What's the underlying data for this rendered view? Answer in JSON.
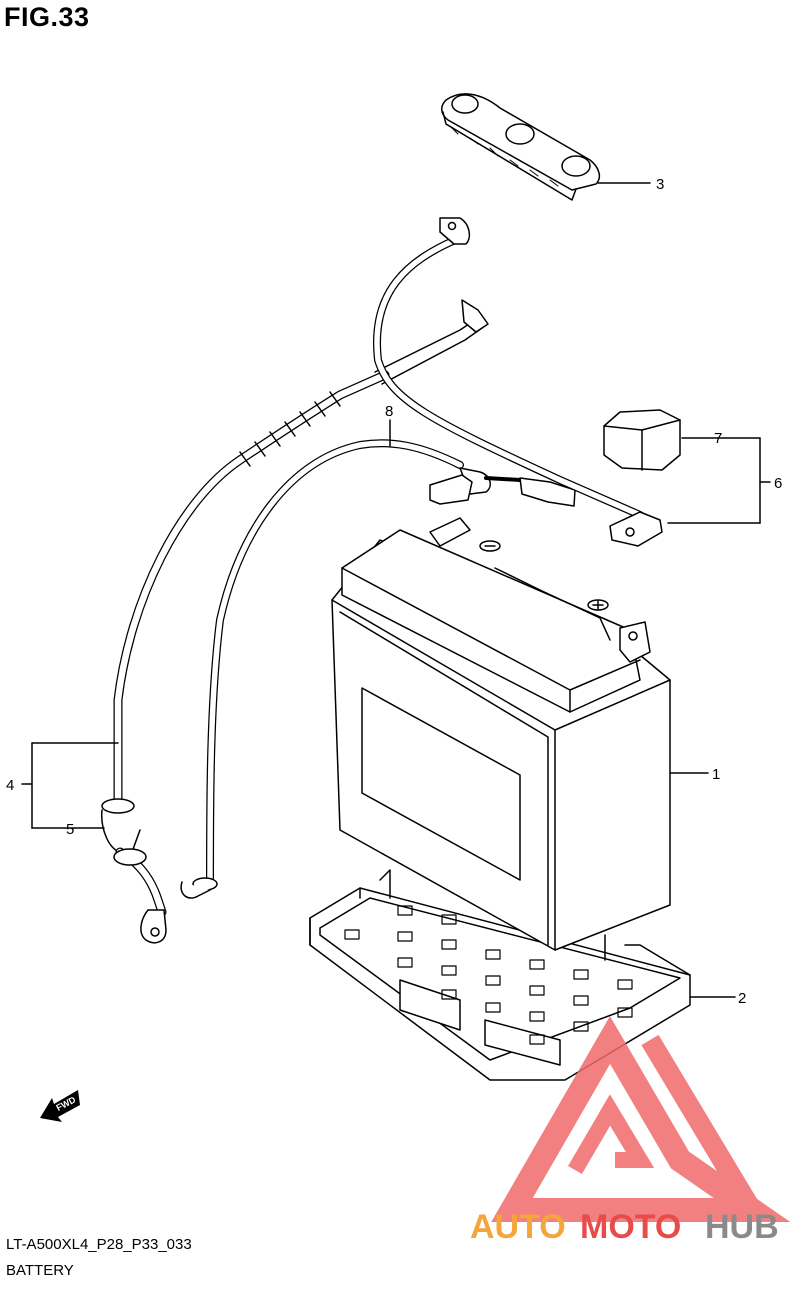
{
  "figure": {
    "title": "FIG.33",
    "code": "LT-A500XL4_P28_P33_033",
    "subtitle": "BATTERY"
  },
  "callouts": {
    "c1": "1",
    "c2": "2",
    "c3": "3",
    "c4": "4",
    "c5": "5",
    "c6": "6",
    "c7": "7",
    "c8": "8"
  },
  "direction_badge": "FWD",
  "watermark": {
    "part_auto": "AUTO",
    "part_moto": "MOTO",
    "part_hub": "HUB",
    "colors": {
      "auto": "#f4a63a",
      "moto": "#e94b4b",
      "hub": "#8a8a8a",
      "logo": "#f06b6b"
    }
  }
}
